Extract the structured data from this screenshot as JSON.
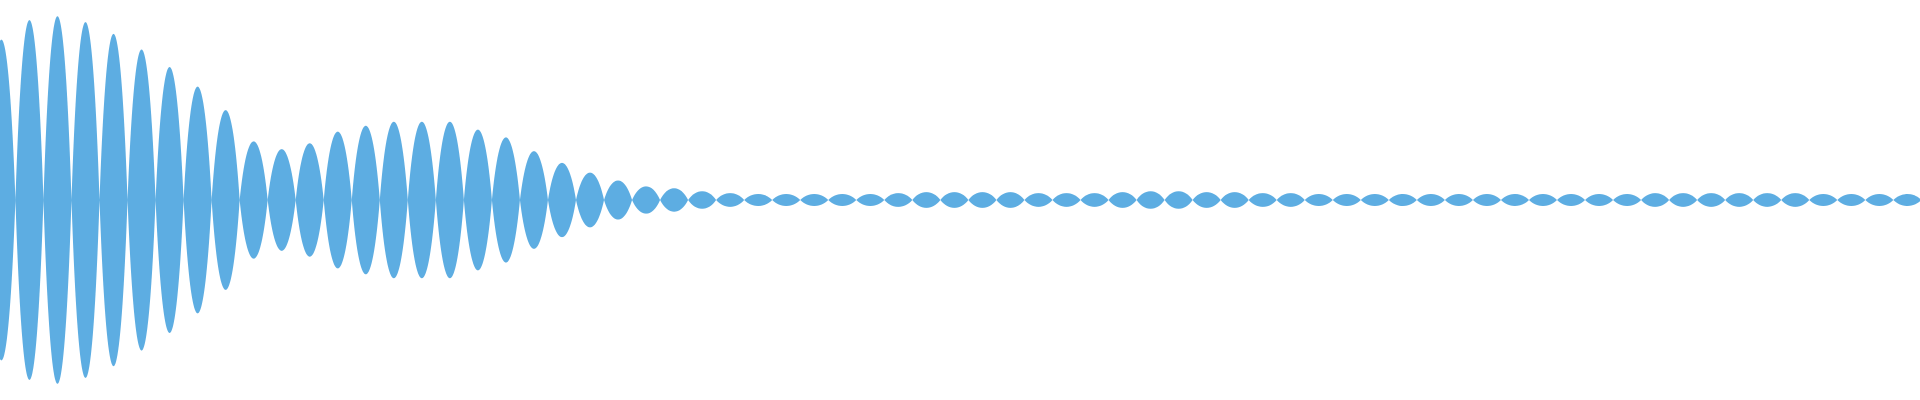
{
  "waveform": {
    "fill_color": "#5DADE2",
    "background_color": "#FFFFFF",
    "peaks": [
      0.82,
      0.92,
      0.94,
      0.91,
      0.85,
      0.77,
      0.68,
      0.58,
      0.46,
      0.3,
      0.26,
      0.29,
      0.35,
      0.38,
      0.4,
      0.4,
      0.4,
      0.36,
      0.32,
      0.25,
      0.19,
      0.14,
      0.1,
      0.07,
      0.06,
      0.045,
      0.035,
      0.03,
      0.03,
      0.025,
      0.025,
      0.03,
      0.035,
      0.04,
      0.04,
      0.04,
      0.04,
      0.035,
      0.035,
      0.035,
      0.04,
      0.045,
      0.045,
      0.04,
      0.04,
      0.035,
      0.035,
      0.03,
      0.03,
      0.025,
      0.025,
      0.03,
      0.03,
      0.025,
      0.025,
      0.025,
      0.03,
      0.03,
      0.03,
      0.035,
      0.035,
      0.035,
      0.035,
      0.035,
      0.035,
      0.03,
      0.025,
      0.02,
      0.015
    ]
  }
}
